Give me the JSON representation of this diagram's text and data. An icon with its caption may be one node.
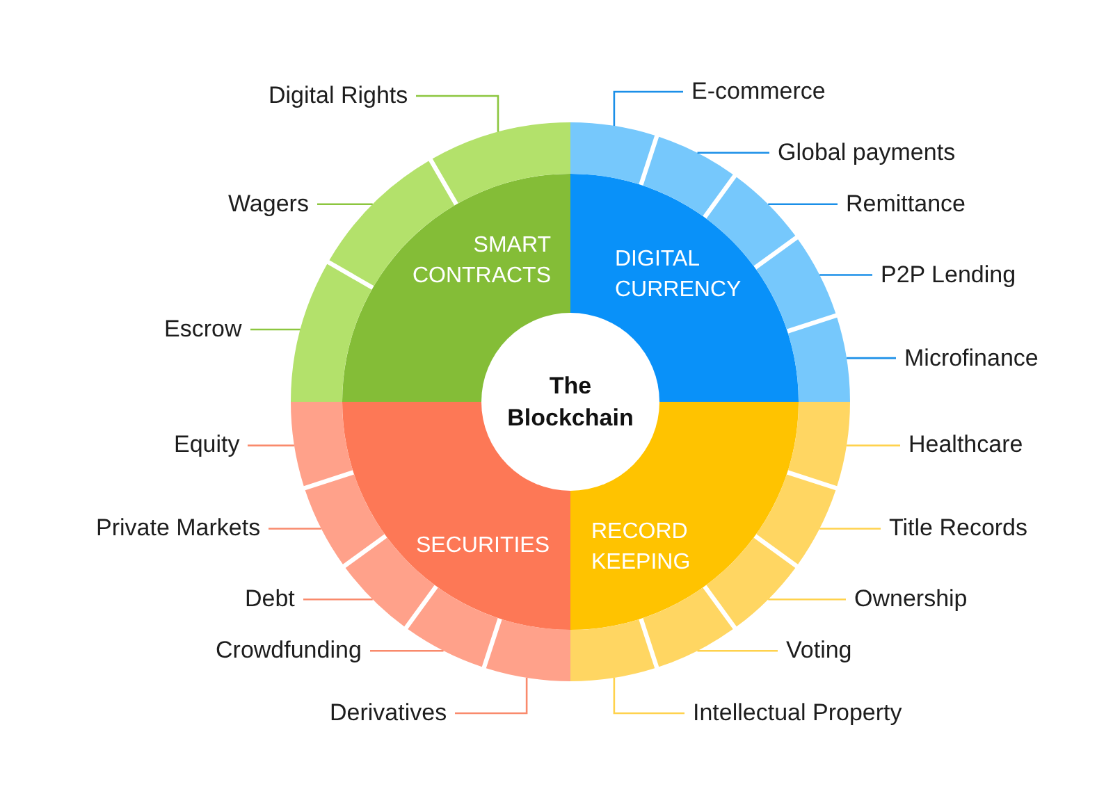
{
  "diagram": {
    "nodes": [
      {
        "text": [
          "The Blockchain"
        ]
      },
      {
        "text": [
          "SMART CONTRACTS"
        ]
      },
      {
        "text": [
          "DIGITAL CURRENCY"
        ]
      },
      {
        "text": [
          "RECORD KEEPING"
        ]
      },
      {
        "text": [
          "SECURITIES"
        ]
      },
      {
        "text": [
          "Digital Rights"
        ]
      },
      {
        "text": [],
        "shape": "arc"
      },
      {
        "text": [
          "Wagers"
        ]
      },
      {
        "text": [],
        "shape": "arc"
      },
      {
        "text": [
          "Escrow"
        ]
      },
      {
        "text": [],
        "shape": "arc"
      },
      {
        "text": [
          "E-commerce"
        ]
      },
      {
        "text": [],
        "shape": "arc"
      },
      {
        "text": [
          "Global payments"
        ]
      },
      {
        "text": [],
        "shape": "arc"
      },
      {
        "text": [
          "Remittance"
        ]
      },
      {
        "text": [],
        "shape": "arc"
      },
      {
        "text": [
          "P2P Lending"
        ]
      },
      {
        "text": [],
        "shape": "arc"
      },
      {
        "text": [
          "Microfinance"
        ]
      },
      {
        "text": [],
        "shape": "arc"
      },
      {
        "text": [
          "Healthcare"
        ]
      },
      {
        "text": [],
        "shape": "arc"
      },
      {
        "text": [
          "Title Records"
        ]
      },
      {
        "text": [],
        "shape": "arc"
      },
      {
        "text": [
          "Ownership"
        ]
      },
      {
        "text": [],
        "shape": "arc"
      },
      {
        "text": [
          "Voting"
        ]
      },
      {
        "text": [],
        "shape": "arc"
      },
      {
        "text": [
          "Intellectual Property"
        ]
      },
      {
        "text": [],
        "shape": "arc"
      },
      {
        "text": [
          "Equity"
        ]
      },
      {
        "text": [],
        "shape": "arc"
      },
      {
        "text": [
          "Private Markets"
        ]
      },
      {
        "text": [],
        "shape": "arc"
      },
      {
        "text": [
          "Debt"
        ]
      },
      {
        "text": [],
        "shape": "arc"
      },
      {
        "text": [
          "Crowdfunding"
        ]
      },
      {
        "text": [],
        "shape": "arc"
      },
      {
        "text": [
          "Derivatives"
        ]
      },
      {
        "text": [],
        "shape": "arc"
      }
    ],
    "edges": [
      {
        "from": 5,
        "to": 6,
        "arrow": "none",
        "color": "#8cc63f"
      },
      {
        "from": 7,
        "to": 8,
        "arrow": "none",
        "color": "#8cc63f"
      },
      {
        "from": 9,
        "to": 10,
        "arrow": "none",
        "color": "#8cc63f"
      },
      {
        "from": 11,
        "to": 12,
        "arrow": "none",
        "color": "#1b8fe8"
      },
      {
        "from": 13,
        "to": 14,
        "arrow": "none",
        "color": "#1b8fe8"
      },
      {
        "from": 15,
        "to": 16,
        "arrow": "none",
        "color": "#1b8fe8"
      },
      {
        "from": 17,
        "to": 18,
        "arrow": "none",
        "color": "#1b8fe8"
      },
      {
        "from": 19,
        "to": 20,
        "arrow": "none",
        "color": "#1b8fe8"
      },
      {
        "from": 21,
        "to": 22,
        "arrow": "none",
        "color": "#ffd24d"
      },
      {
        "from": 23,
        "to": 24,
        "arrow": "none",
        "color": "#ffd24d"
      },
      {
        "from": 25,
        "to": 26,
        "arrow": "none",
        "color": "#ffd24d"
      },
      {
        "from": 27,
        "to": 28,
        "arrow": "none",
        "color": "#ffd24d"
      },
      {
        "from": 29,
        "to": 30,
        "arrow": "none",
        "color": "#ffd24d"
      },
      {
        "from": 31,
        "to": 32,
        "arrow": "none",
        "color": "#f98a6c"
      },
      {
        "from": 33,
        "to": 34,
        "arrow": "none",
        "color": "#f98a6c"
      },
      {
        "from": 35,
        "to": 36,
        "arrow": "none",
        "color": "#f98a6c"
      },
      {
        "from": 37,
        "to": 38,
        "arrow": "none",
        "color": "#f98a6c"
      },
      {
        "from": 39,
        "to": 40,
        "arrow": "none",
        "color": "#f98a6c"
      }
    ]
  }
}
